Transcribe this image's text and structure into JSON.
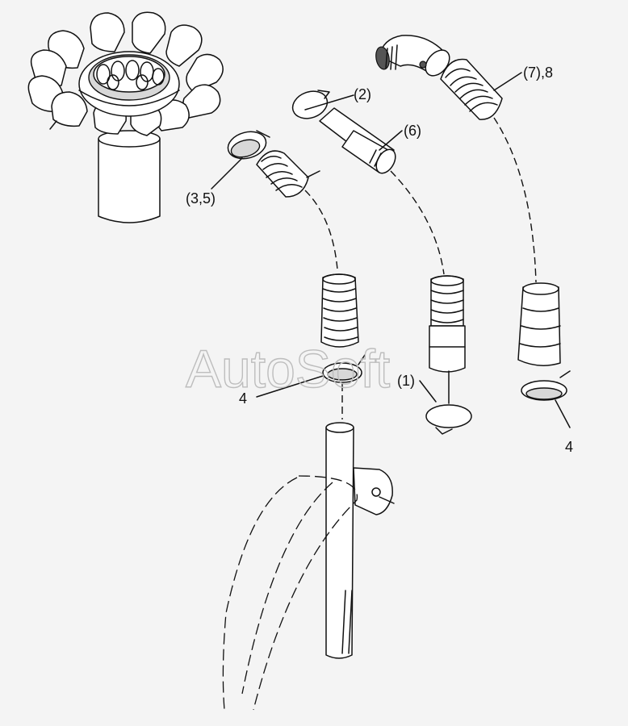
{
  "watermark": "AutoSoft",
  "callouts": {
    "part_2": "(2)",
    "part_6": "(6)",
    "part_7_8": "(7),8",
    "part_3_5": "(3,5)",
    "part_1": "(1)",
    "part_4_left": "4",
    "part_4_right": "4"
  }
}
